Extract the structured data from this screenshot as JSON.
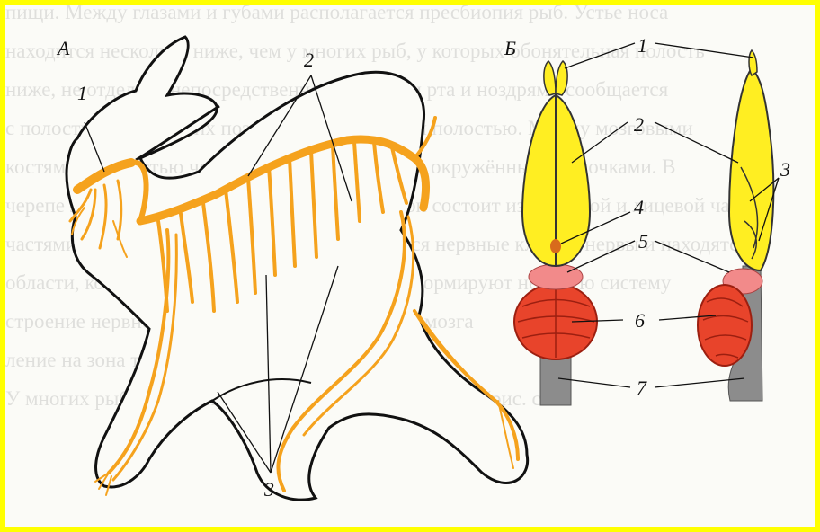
{
  "panels": {
    "a": "А",
    "b": "Б"
  },
  "labels_a": [
    "1",
    "2",
    "3"
  ],
  "labels_b": [
    "1",
    "2",
    "3",
    "4",
    "5",
    "6",
    "7"
  ],
  "background_text": [
    "пищи. Между глазами и губами располагается пресбиопия рыб. Устье носа",
    "находится несколько ниже, чем у многих рыб, у которых обонятельная полость",
    "ниже, не отделена непосредственно от полости рта и ноздрями сообщается",
    "с полостью, а у высших позвоночных с ротовой полостью. Между мозговыми",
    "костями и полостью черепа располагается мозг, окружённый оболочками. В",
    "черепе лежит мозг и органы чувств, поэтому он состоит из мозговой и лицевой частей",
    "частями. В каждом отделе мозга тоже находятся нервные клетки, нервы и находятся",
    "области, которые называют центрами. Нервы формируют нервную систему",
    "строение нервной системы, которая отходит от мозга",
    "ление на зона тела. Мозги рыб обычно отличается",
    "У многих рыб головной мозг состоит из пяти отделов (рис. сом"
  ],
  "colors": {
    "frame": "#ffff00",
    "nerve": "#f5a21d",
    "brain": "#ffee22",
    "cerebellum": "#e8442b",
    "medulla": "#8c8c8c",
    "midbrain": "#f28a8a"
  }
}
